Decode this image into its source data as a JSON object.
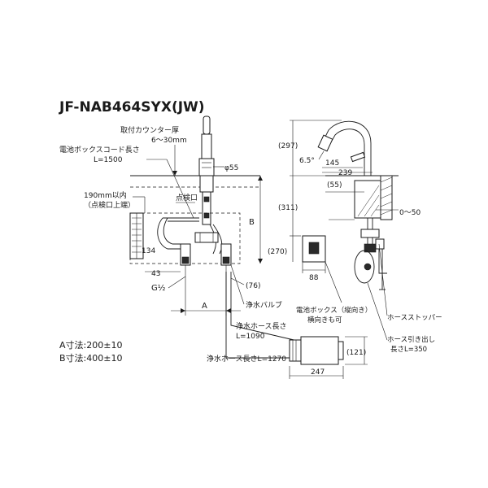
{
  "model": "JF-NAB464SYX(JW)",
  "labels": {
    "counter_thickness_1": "取付カウンター厚",
    "counter_thickness_2": "6～30mm",
    "battery_cord_1": "電池ボックスコード長さ",
    "battery_cord_2": "L=1500",
    "inspection_1": "190mm以内",
    "inspection_2": "（点検口上端）",
    "inspection_port": "点検口",
    "phi55": "φ55",
    "B": "B",
    "A": "A",
    "d134": "134",
    "d43": "43",
    "G12": "G½",
    "d76": "(76)",
    "purify_valve": "浄水バルブ",
    "purify_hose_1_a": "浄水ホース長さ",
    "purify_hose_1_b": "L=1090",
    "purify_hose_2": "浄水ホース長さL=1270",
    "d297": "(297)",
    "angle": "6.5°",
    "d145": "145",
    "d239": "239",
    "d55": "(55)",
    "d311": "(311)",
    "d0_50": "0～50",
    "d270": "(270)",
    "d88": "88",
    "battery_box_1": "電池ボックス（縦向き）",
    "battery_box_2": "横向きも可",
    "hose_stopper": "ホースストッパー",
    "hose_pull_1": "ホース引き出し",
    "hose_pull_2": "長さL=350",
    "d121": "(121)",
    "d247": "247",
    "dim_a": "A寸法:200±10",
    "dim_b": "B寸法:400±10"
  },
  "colors": {
    "line": "#1a1a1a",
    "background": "#ffffff"
  }
}
